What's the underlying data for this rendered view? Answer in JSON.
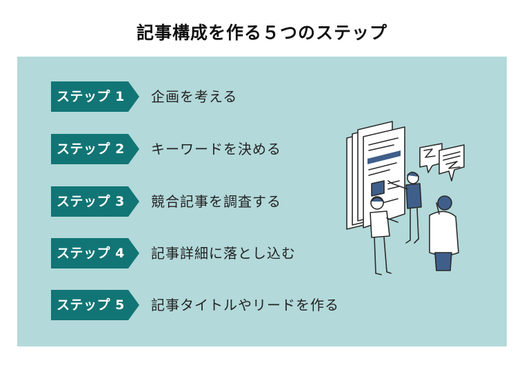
{
  "title": "記事構成を作る５つのステップ",
  "steps": [
    {
      "badge": "ステップ 1",
      "text": "企画を考える"
    },
    {
      "badge": "ステップ 2",
      "text": "キーワードを決める"
    },
    {
      "badge": "ステップ 3",
      "text": "競合記事を調査する"
    },
    {
      "badge": "ステップ 4",
      "text": "記事詳細に落とし込む"
    },
    {
      "badge": "ステップ 5",
      "text": "記事タイトルやリードを作る"
    }
  ],
  "colors": {
    "panel_background": "#b3d9da",
    "badge_background": "#127575",
    "illustration_accent": "#3f5f8a"
  },
  "illustration": {
    "icon": "people-discussing-documents-illustration"
  }
}
